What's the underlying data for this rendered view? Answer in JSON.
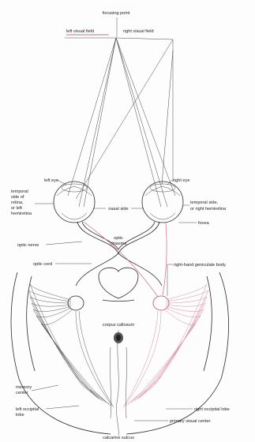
{
  "labels": {
    "focusing_point": "focusing point",
    "left_visual_field": "left visual field",
    "right_visual_field": "right visual field",
    "left_eye": "left eye",
    "right_eye": "right eye",
    "temporal_left_1": "temporal",
    "temporal_left_2": "side of",
    "temporal_left_3": "retina,",
    "temporal_left_4": "or left",
    "temporal_left_5": "hemiretina",
    "nasal_side": "nasal side",
    "temporal_right_1": "temporal side,",
    "temporal_right_2": "or right hemiretina",
    "fovea": "fovea",
    "optic_nerve": "optic nerve",
    "optic_chiasma_1": "optic",
    "optic_chiasma_2": "chiasma",
    "optic_cord": "optic cord",
    "right_geniculate": "right-hand geniculate body",
    "corpus_callosum": "corpus callosum",
    "memory_center_1": "memory",
    "memory_center_2": "center",
    "left_occipital_1": "left occipital",
    "left_occipital_2": "lobe",
    "right_occipital": "right occipital lobe",
    "primary_visual_center": "primary visual center",
    "calcarine_sulcus": "calcarine sulcus"
  },
  "colors": {
    "ink": "#2a2a2a",
    "right_pathway": "#d98aa0",
    "left_field_underline": "#c0405a"
  }
}
